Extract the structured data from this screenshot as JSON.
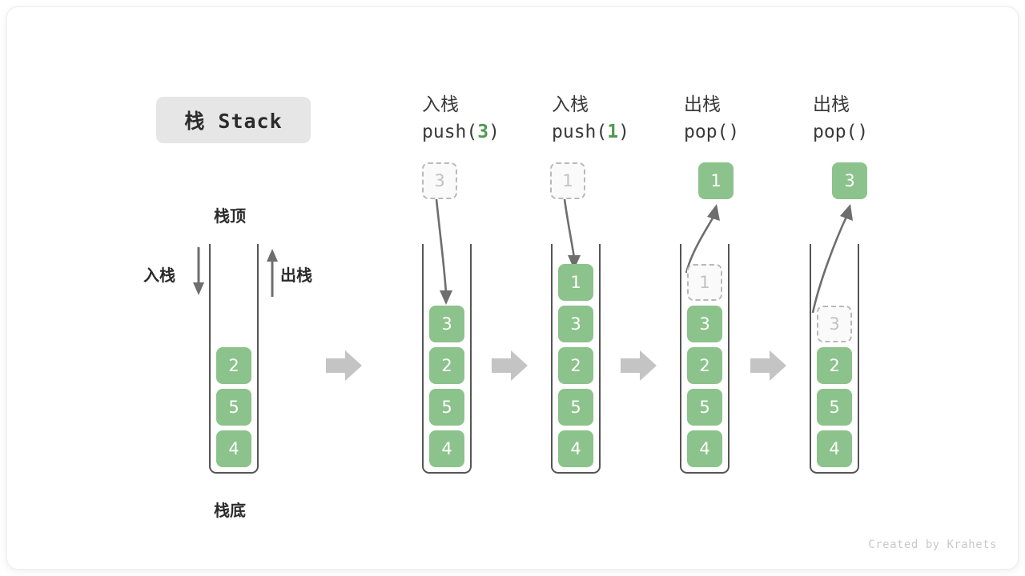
{
  "diagram": {
    "title_chip": "栈 Stack",
    "top_label": "栈顶",
    "bottom_label": "栈底",
    "push_label": "入栈",
    "pop_label": "出栈",
    "credit": "Created by Krahets",
    "colors": {
      "cell_fill": "#8cc28b",
      "cell_text": "#ffffff",
      "ghost_fill": "#fafafa",
      "ghost_border": "#b9b9b9",
      "ghost_text": "#c2c2c2",
      "frame_stroke": "#555555",
      "chip_bg": "#e6e6e6",
      "step_arrow": "#c4c4c4",
      "motion_arrow": "#6e6e6e",
      "accent_green": "#4f9a52",
      "credit_text": "#c9c9c9"
    },
    "columns": [
      {
        "id": "initial",
        "head_line1": "",
        "head_line2": "",
        "head_arg": "",
        "cells": [
          {
            "value": "2",
            "style": "filled"
          },
          {
            "value": "5",
            "style": "filled"
          },
          {
            "value": "4",
            "style": "filled"
          }
        ],
        "floating": null
      },
      {
        "id": "push-3",
        "head_line1": "入栈",
        "head_line2": "push(",
        "head_arg": "3",
        "head_line2_end": ")",
        "cells": [
          {
            "value": "3",
            "style": "filled"
          },
          {
            "value": "2",
            "style": "filled"
          },
          {
            "value": "5",
            "style": "filled"
          },
          {
            "value": "4",
            "style": "filled"
          }
        ],
        "floating": {
          "value": "3",
          "style": "ghost"
        },
        "motion": "down"
      },
      {
        "id": "push-1",
        "head_line1": "入栈",
        "head_line2": "push(",
        "head_arg": "1",
        "head_line2_end": ")",
        "cells": [
          {
            "value": "1",
            "style": "filled"
          },
          {
            "value": "3",
            "style": "filled"
          },
          {
            "value": "2",
            "style": "filled"
          },
          {
            "value": "5",
            "style": "filled"
          },
          {
            "value": "4",
            "style": "filled"
          }
        ],
        "floating": {
          "value": "1",
          "style": "ghost"
        },
        "motion": "down"
      },
      {
        "id": "pop-1",
        "head_line1": "出栈",
        "head_line2": "pop(",
        "head_arg": "",
        "head_line2_end": ")",
        "cells": [
          {
            "value": "1",
            "style": "ghost"
          },
          {
            "value": "3",
            "style": "filled"
          },
          {
            "value": "2",
            "style": "filled"
          },
          {
            "value": "5",
            "style": "filled"
          },
          {
            "value": "4",
            "style": "filled"
          }
        ],
        "floating": {
          "value": "1",
          "style": "filled"
        },
        "motion": "up"
      },
      {
        "id": "pop-3",
        "head_line1": "出栈",
        "head_line2": "pop(",
        "head_arg": "",
        "head_line2_end": ")",
        "cells": [
          {
            "value": "3",
            "style": "ghost"
          },
          {
            "value": "2",
            "style": "filled"
          },
          {
            "value": "5",
            "style": "filled"
          },
          {
            "value": "4",
            "style": "filled"
          }
        ],
        "floating": {
          "value": "3",
          "style": "filled"
        },
        "motion": "up"
      }
    ],
    "step_arrow_count": 4
  }
}
